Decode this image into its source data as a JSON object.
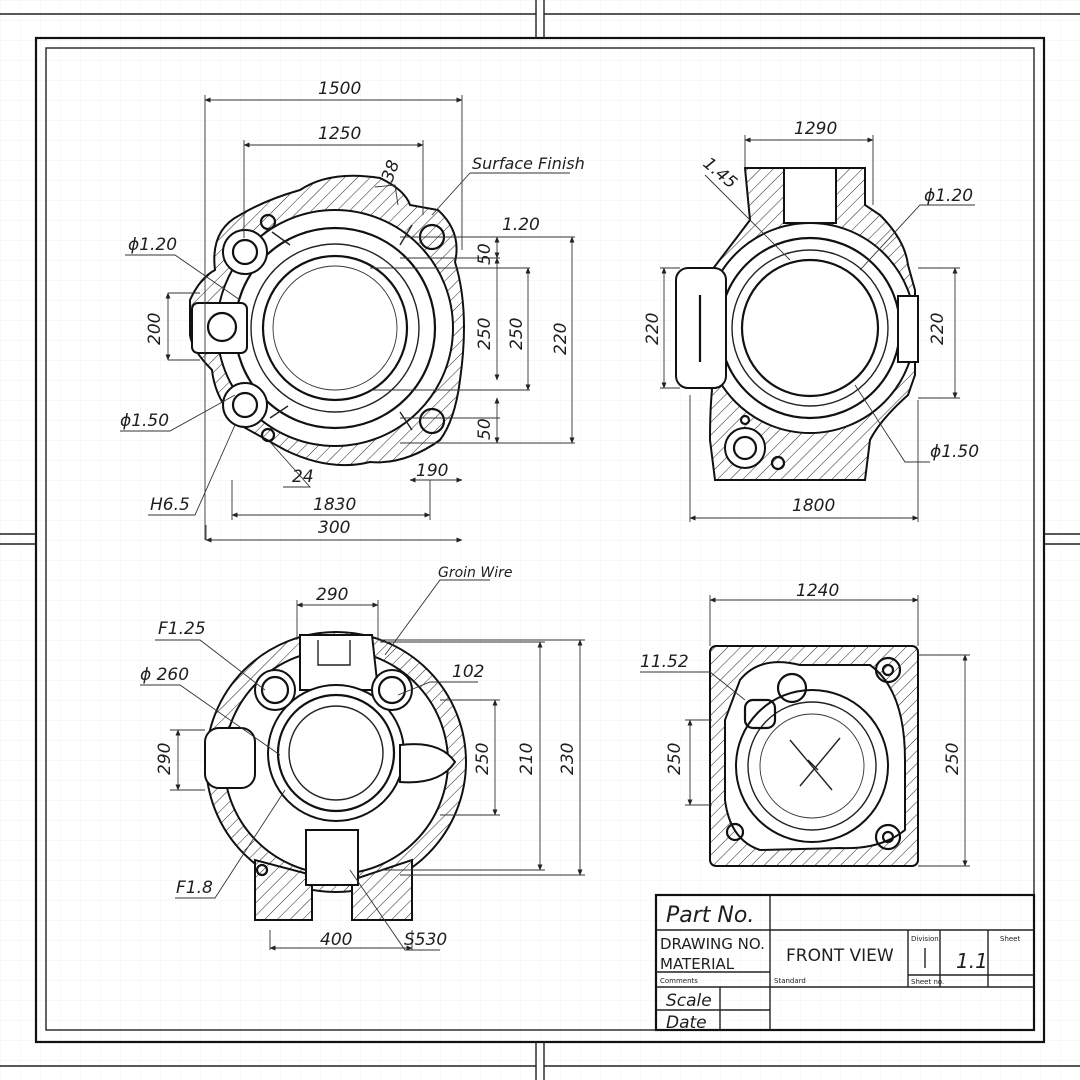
{
  "views": {
    "top_left": {
      "dims": {
        "overall_width": "1500",
        "flange_width": "1250",
        "small_38": "38",
        "surface_finish": "Surface Finish",
        "r120": "1.20",
        "d50_top": "50",
        "d250_inner": "250",
        "d250_mid": "250",
        "d220": "220",
        "d50_bottom": "50",
        "d190": "190",
        "bore_d120": "ϕ1.20",
        "height_200": "200",
        "bore_d150": "ϕ1.50",
        "d24": "24",
        "h65": "H6.5",
        "d1830": "1830",
        "d300": "300"
      }
    },
    "top_right": {
      "dims": {
        "top_width": "1290",
        "chamfer": "1.45",
        "bore_d120": "ϕ1.20",
        "left_220": "220",
        "right_220": "220",
        "bore_d150": "ϕ1.50",
        "bottom_1800": "1800"
      }
    },
    "bottom_left": {
      "dims": {
        "top_290": "290",
        "grain_note": "Groin Wire",
        "f125": "F1.25",
        "d260": "ϕ 260",
        "d102": "102",
        "left_290": "290",
        "d250": "250",
        "d210": "210",
        "d230": "230",
        "f18": "F1.8",
        "bottom_400": "400",
        "s530": "S530"
      }
    },
    "bottom_right": {
      "dims": {
        "top_1240": "1240",
        "d1152": "11.52",
        "left_250": "250",
        "right_250": "250"
      }
    }
  },
  "title_block": {
    "part_no": "Part No.",
    "drawing_no": "DRAWING NO.",
    "material": "MATERIAL",
    "view_name": "FRONT VIEW",
    "scale_value": "1.1",
    "scale": "Scale",
    "date": "Date",
    "small_division": "Division",
    "small_sheet": "Sheet",
    "small_comments": "Comments",
    "small_standard": "Standard",
    "small_sheetnum": "Sheet no."
  }
}
